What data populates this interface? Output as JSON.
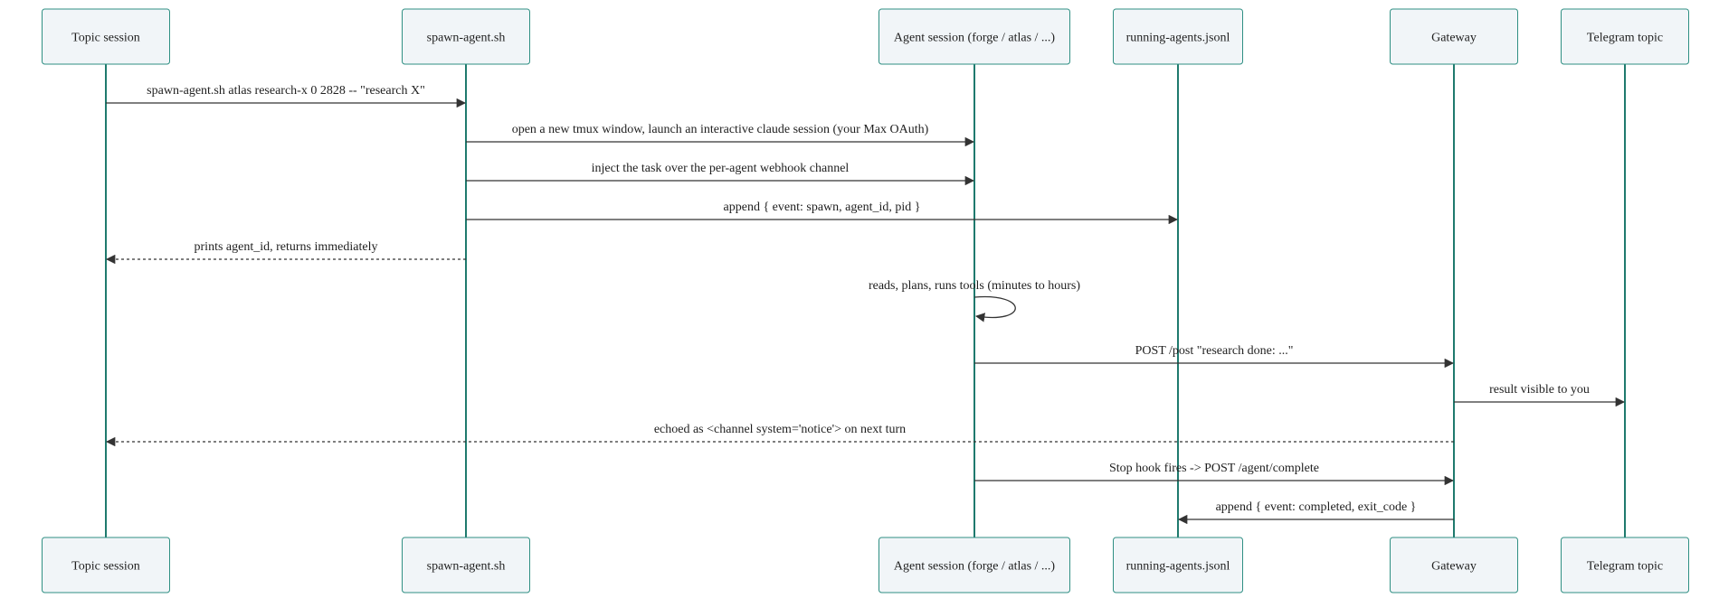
{
  "diagram": {
    "actors": [
      {
        "id": "topic",
        "label": "Topic session"
      },
      {
        "id": "spawn",
        "label": "spawn-agent.sh"
      },
      {
        "id": "agent",
        "label": "Agent session (forge / atlas / ...)"
      },
      {
        "id": "running",
        "label": "running-agents.jsonl"
      },
      {
        "id": "gateway",
        "label": "Gateway"
      },
      {
        "id": "telegram",
        "label": "Telegram topic"
      }
    ],
    "messages": [
      {
        "from": "topic",
        "to": "spawn",
        "label": "spawn-agent.sh atlas research-x 0 2828 -- \"research X\"",
        "style": "solid"
      },
      {
        "from": "spawn",
        "to": "agent",
        "label": "open a new tmux window, launch an interactive claude session (your Max OAuth)",
        "style": "solid"
      },
      {
        "from": "spawn",
        "to": "agent",
        "label": "inject the task over the per-agent webhook channel",
        "style": "solid"
      },
      {
        "from": "spawn",
        "to": "running",
        "label": "append { event: spawn, agent_id, pid }",
        "style": "solid"
      },
      {
        "from": "spawn",
        "to": "topic",
        "label": "prints agent_id, returns immediately",
        "style": "dashed"
      },
      {
        "from": "agent",
        "to": "agent",
        "label": "reads, plans, runs tools (minutes to hours)",
        "style": "self"
      },
      {
        "from": "agent",
        "to": "gateway",
        "label": "POST /post \"research done: ...\"",
        "style": "solid"
      },
      {
        "from": "gateway",
        "to": "telegram",
        "label": "result visible to you",
        "style": "solid"
      },
      {
        "from": "gateway",
        "to": "topic",
        "label": "echoed as <channel system='notice'> on next turn",
        "style": "dashed"
      },
      {
        "from": "agent",
        "to": "gateway",
        "label": "Stop hook fires -> POST /agent/complete",
        "style": "solid"
      },
      {
        "from": "gateway",
        "to": "running",
        "label": "append { event: completed, exit_code }",
        "style": "solid"
      }
    ]
  }
}
